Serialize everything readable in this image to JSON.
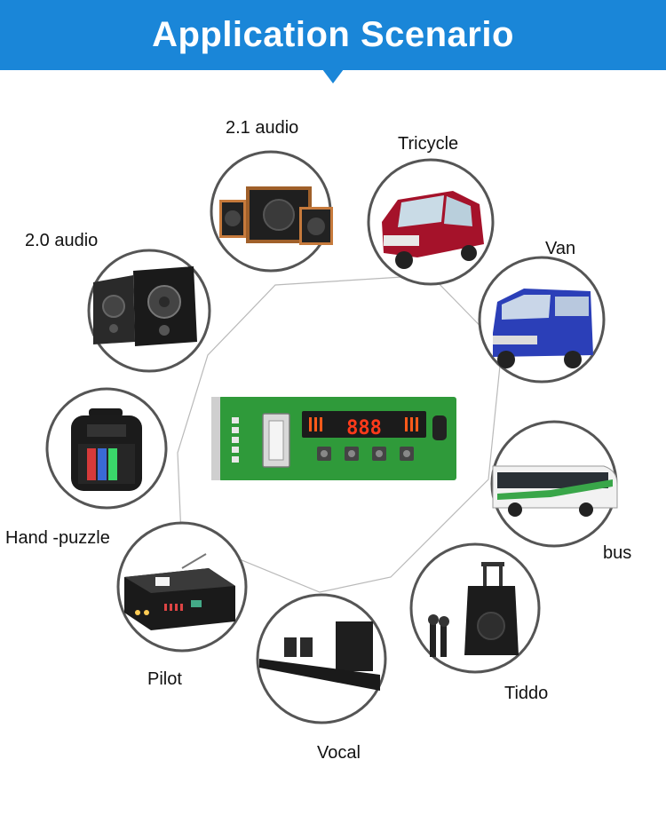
{
  "header": {
    "title": "Application Scenario",
    "background_color": "#1a86d8",
    "text_color": "#ffffff"
  },
  "center": {
    "name": "pcb-module",
    "display_text": "888"
  },
  "scenarios": [
    {
      "label": "2.1 audio",
      "icon": "subwoofer-speakers-icon"
    },
    {
      "label": "Tricycle",
      "icon": "tricycle-icon"
    },
    {
      "label": "Van",
      "icon": "van-icon"
    },
    {
      "label": "bus",
      "icon": "bus-icon"
    },
    {
      "label": "Tiddo",
      "icon": "trolley-speaker-icon"
    },
    {
      "label": "Vocal",
      "icon": "soundbar-icon"
    },
    {
      "label": "Pilot",
      "icon": "amplifier-icon"
    },
    {
      "label": "Hand -puzzle",
      "icon": "portable-speaker-icon"
    },
    {
      "label": "2.0 audio",
      "icon": "bookshelf-speakers-icon"
    }
  ]
}
